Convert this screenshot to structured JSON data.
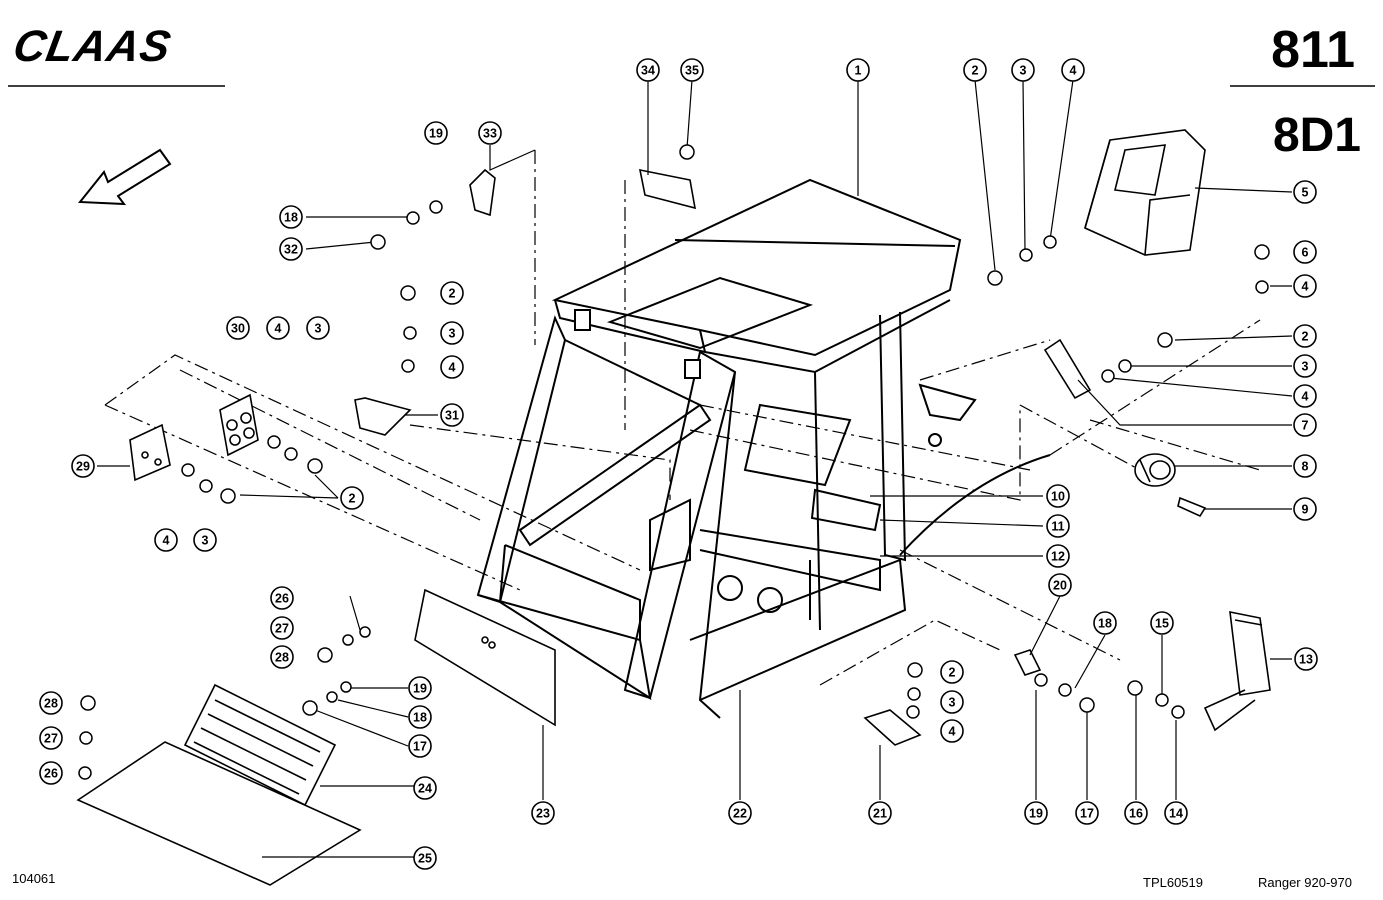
{
  "header": {
    "brand": "CLAAS",
    "page_number": "811",
    "group_code": "8D1"
  },
  "footer": {
    "drawing_id": "104061",
    "reference_code": "TPL60519",
    "model": "Ranger  920-970"
  },
  "callouts": [
    {
      "num": "1"
    },
    {
      "num": "2"
    },
    {
      "num": "3"
    },
    {
      "num": "4"
    },
    {
      "num": "5"
    },
    {
      "num": "6"
    },
    {
      "num": "4"
    },
    {
      "num": "2"
    },
    {
      "num": "3"
    },
    {
      "num": "4"
    },
    {
      "num": "7"
    },
    {
      "num": "8"
    },
    {
      "num": "9"
    },
    {
      "num": "10"
    },
    {
      "num": "11"
    },
    {
      "num": "12"
    },
    {
      "num": "13"
    },
    {
      "num": "14"
    },
    {
      "num": "15"
    },
    {
      "num": "16"
    },
    {
      "num": "17"
    },
    {
      "num": "18"
    },
    {
      "num": "19"
    },
    {
      "num": "20"
    },
    {
      "num": "21"
    },
    {
      "num": "2"
    },
    {
      "num": "3"
    },
    {
      "num": "4"
    },
    {
      "num": "22"
    },
    {
      "num": "23"
    },
    {
      "num": "19"
    },
    {
      "num": "18"
    },
    {
      "num": "17"
    },
    {
      "num": "26"
    },
    {
      "num": "27"
    },
    {
      "num": "28"
    },
    {
      "num": "24"
    },
    {
      "num": "25"
    },
    {
      "num": "28"
    },
    {
      "num": "27"
    },
    {
      "num": "26"
    },
    {
      "num": "29"
    },
    {
      "num": "4"
    },
    {
      "num": "3"
    },
    {
      "num": "2"
    },
    {
      "num": "30"
    },
    {
      "num": "4"
    },
    {
      "num": "3"
    },
    {
      "num": "2"
    },
    {
      "num": "3"
    },
    {
      "num": "4"
    },
    {
      "num": "31"
    },
    {
      "num": "32"
    },
    {
      "num": "18"
    },
    {
      "num": "19"
    },
    {
      "num": "33"
    },
    {
      "num": "34"
    },
    {
      "num": "35"
    }
  ]
}
